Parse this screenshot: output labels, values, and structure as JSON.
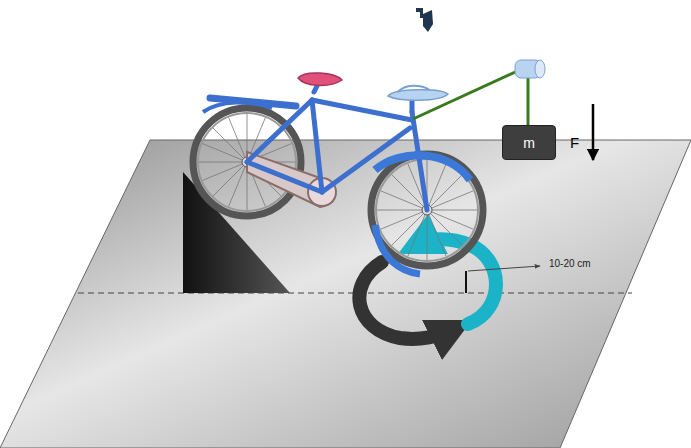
{
  "diagram": {
    "nodes": [
      {
        "text": [
          "m"
        ]
      }
    ],
    "edges": [],
    "labels": [
      "F",
      "10-20 cm"
    ]
  }
}
